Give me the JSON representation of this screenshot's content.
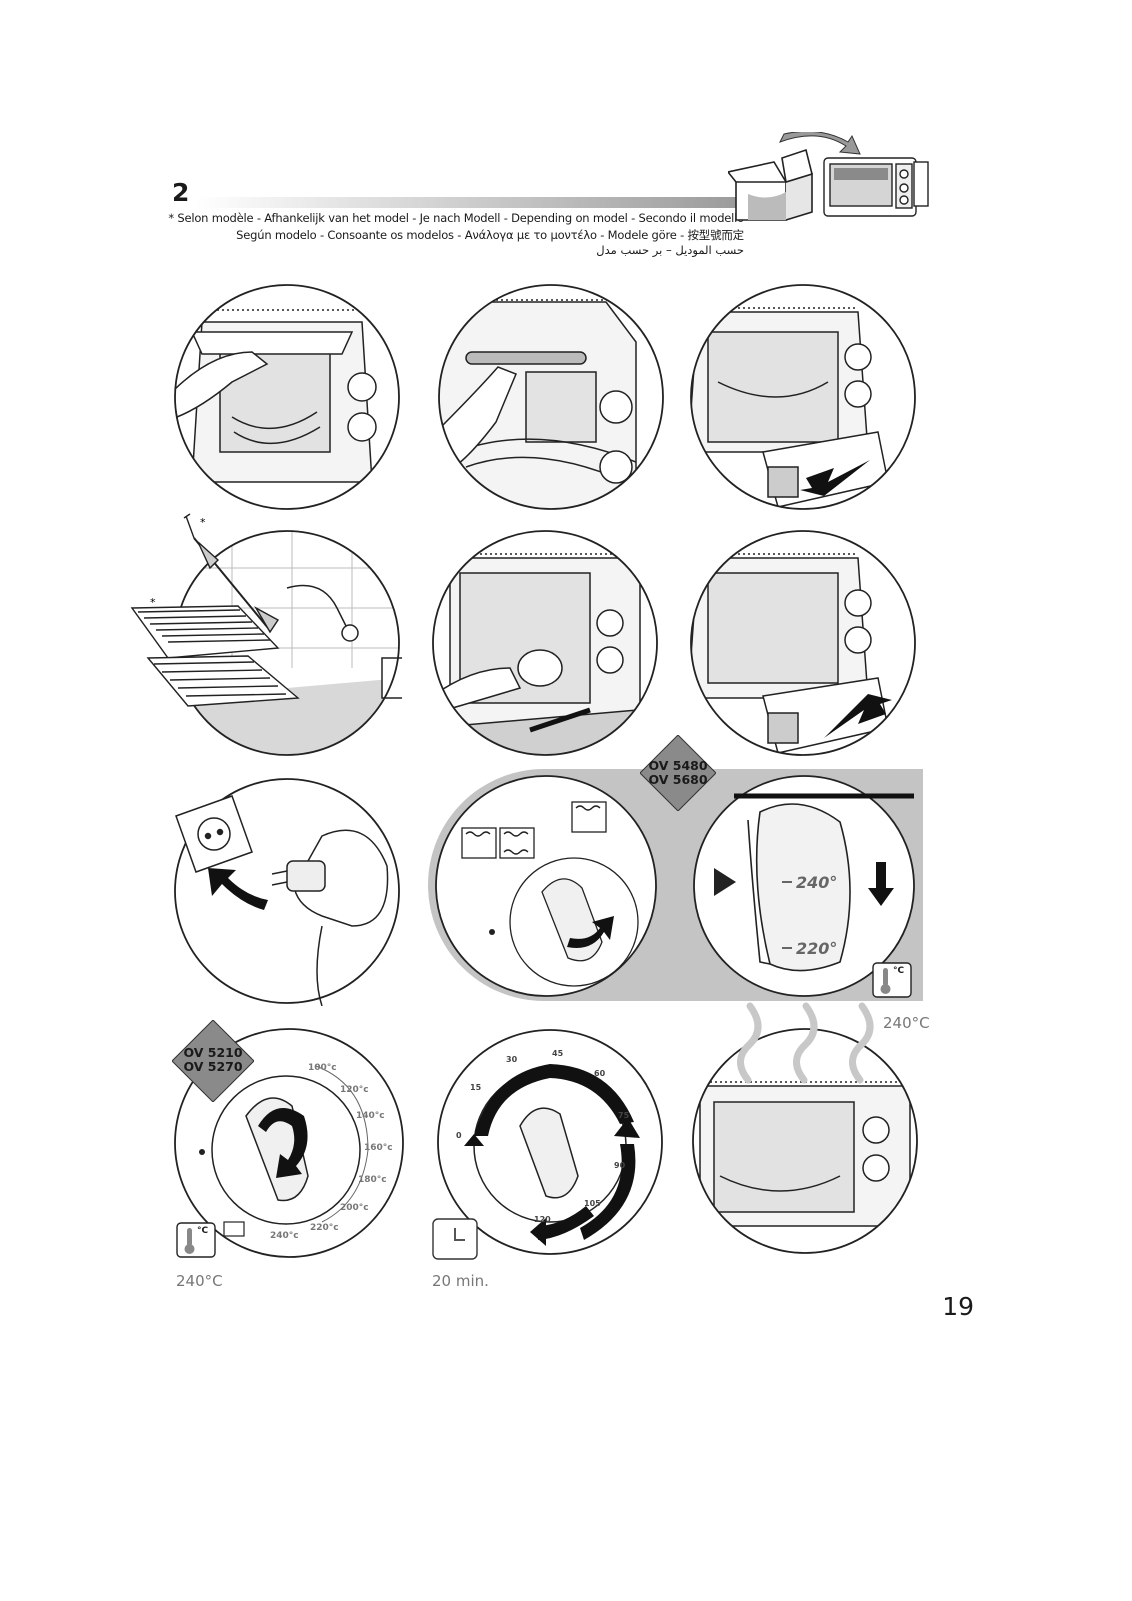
{
  "header": {
    "step_number": "2",
    "footnote_line1": "* Selon modèle - Afhankelijk van het model - Je nach Modell - Depending on model - Secondo il modello",
    "footnote_line2": "Según modelo - Consoante os modelos - Ανάλογα με το μοντέλο - Modele göre - 按型號而定",
    "footnote_line3": "حسب الموديل – بر حسب مدل"
  },
  "panels": {
    "step8": {
      "model_tag_line1": "OV 5480",
      "model_tag_line2": "OV 5680"
    },
    "step9": {
      "dial_top": "240°",
      "dial_bottom": "220°",
      "unit": "°C",
      "temperature": "240°C"
    },
    "step10": {
      "model_tag_line1": "OV 5210",
      "model_tag_line2": "OV 5270",
      "scale": [
        "100°c",
        "120°c",
        "140°c",
        "160°c",
        "180°c",
        "200°c",
        "220°c",
        "240°c"
      ],
      "unit": "°C",
      "temperature": "240°C"
    },
    "step11": {
      "timer_marks": [
        "0",
        "15",
        "30",
        "45",
        "60",
        "75",
        "90",
        "105",
        "120"
      ],
      "duration": "20 min."
    }
  },
  "page_number": "19",
  "colors": {
    "gray_band": "#c4c4c4",
    "tag_gray": "#8a8a8a",
    "caption_gray": "#777777"
  }
}
